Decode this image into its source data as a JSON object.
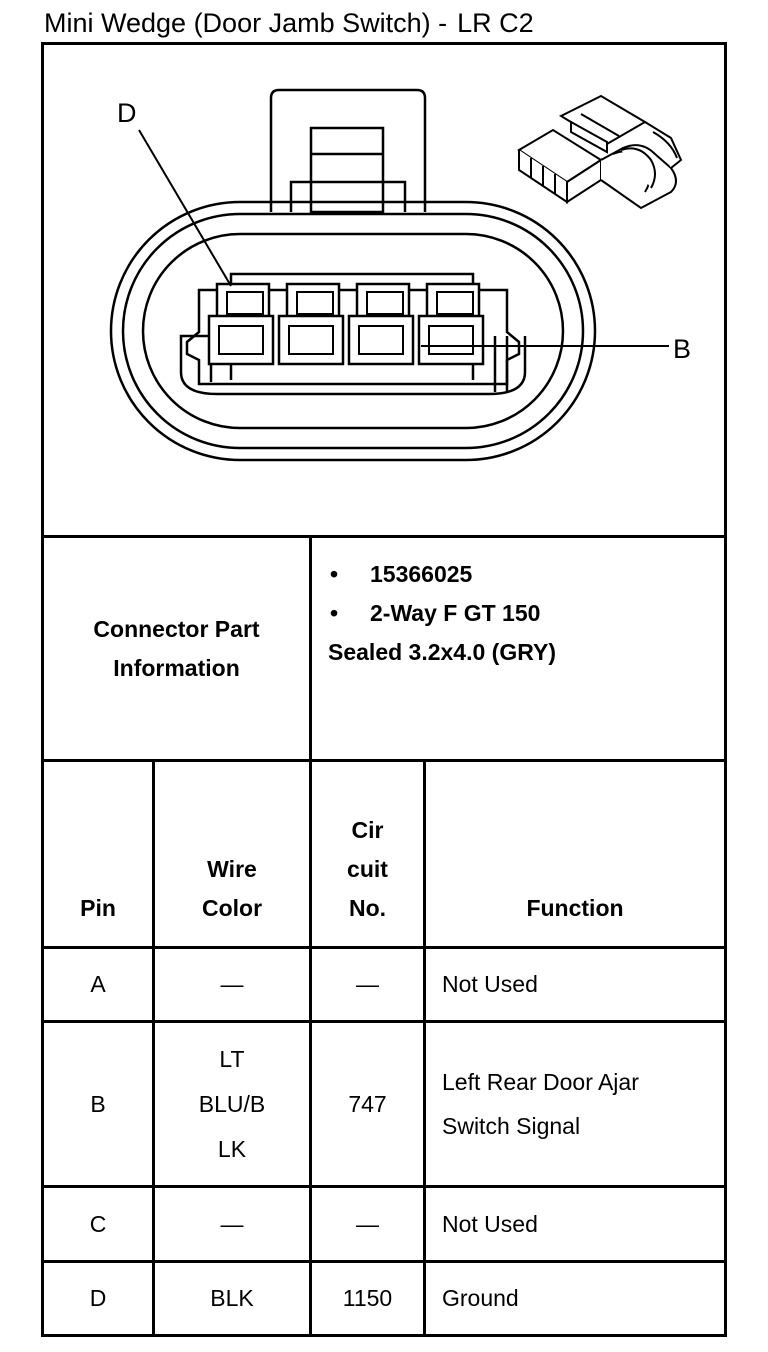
{
  "title": {
    "main": "Mini Wedge (Door Jamb Switch) -",
    "suffix": "LR C2"
  },
  "diagram": {
    "labels": {
      "d": "D",
      "b": "B"
    }
  },
  "part_info": {
    "label": "Connector Part Information",
    "bullet": "•",
    "items": [
      "15366025",
      "2-Way F GT 150"
    ],
    "continuation": "Sealed 3.2x4.0 (GRY)"
  },
  "table": {
    "headers": {
      "pin": "Pin",
      "wire_color": [
        "Wire",
        "Color"
      ],
      "circuit": [
        "Cir",
        "cuit",
        "No."
      ],
      "function": "Function"
    },
    "rows": [
      {
        "pin": "A",
        "wire": [
          "—"
        ],
        "circuit": "—",
        "function": [
          "Not Used"
        ]
      },
      {
        "pin": "B",
        "wire": [
          "LT",
          "BLU/B",
          "LK"
        ],
        "circuit": "747",
        "function": [
          "Left Rear Door Ajar",
          "Switch Signal"
        ]
      },
      {
        "pin": "C",
        "wire": [
          "—"
        ],
        "circuit": "—",
        "function": [
          "Not Used"
        ]
      },
      {
        "pin": "D",
        "wire": [
          "BLK"
        ],
        "circuit": "1150",
        "function": [
          "Ground"
        ]
      }
    ]
  }
}
